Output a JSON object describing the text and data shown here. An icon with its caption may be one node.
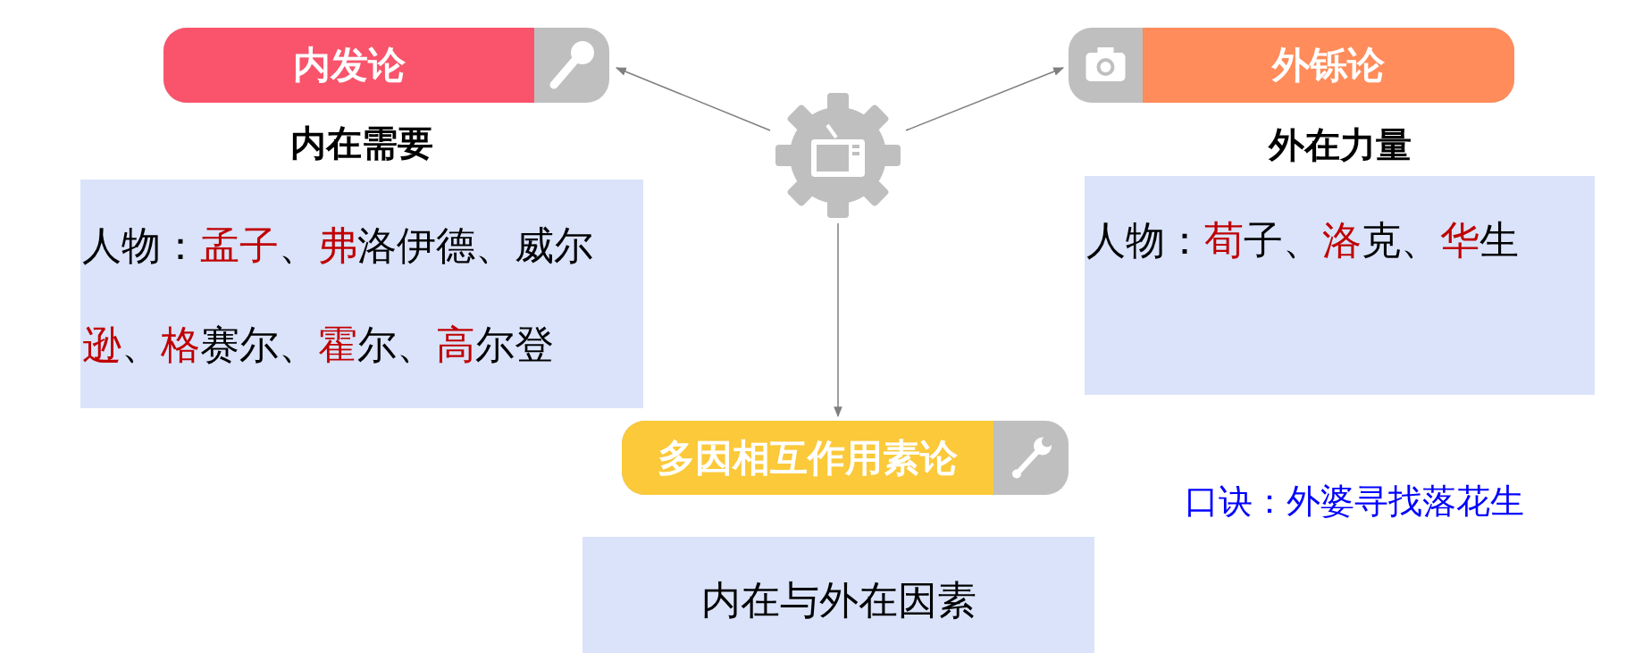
{
  "diagram": {
    "nodes": [
      {
        "text": [
          "内发论"
        ]
      },
      {
        "text": [],
        "shape": "gear"
      },
      {
        "text": [
          "外铄论"
        ]
      },
      {
        "text": [
          "内在需要",
          "人物：**孟子**、**弗**洛伊德、威尔**逊**、**格**赛尔、**霍**尔、**高**尔登"
        ]
      },
      {
        "text": [
          "外在力量",
          "人物：**荀**子、**洛**克、**华**生"
        ]
      },
      {
        "text": [
          "多因相互作用素论"
        ]
      },
      {
        "text": [
          "内在与外在因素"
        ]
      }
    ],
    "edges": [
      {
        "from": 1,
        "to": 0,
        "arrow": "to"
      },
      {
        "from": 1,
        "to": 2,
        "arrow": "to"
      },
      {
        "from": 1,
        "to": 5,
        "arrow": "to"
      }
    ],
    "labels": [
      "口诀：外婆寻找落花生"
    ]
  }
}
